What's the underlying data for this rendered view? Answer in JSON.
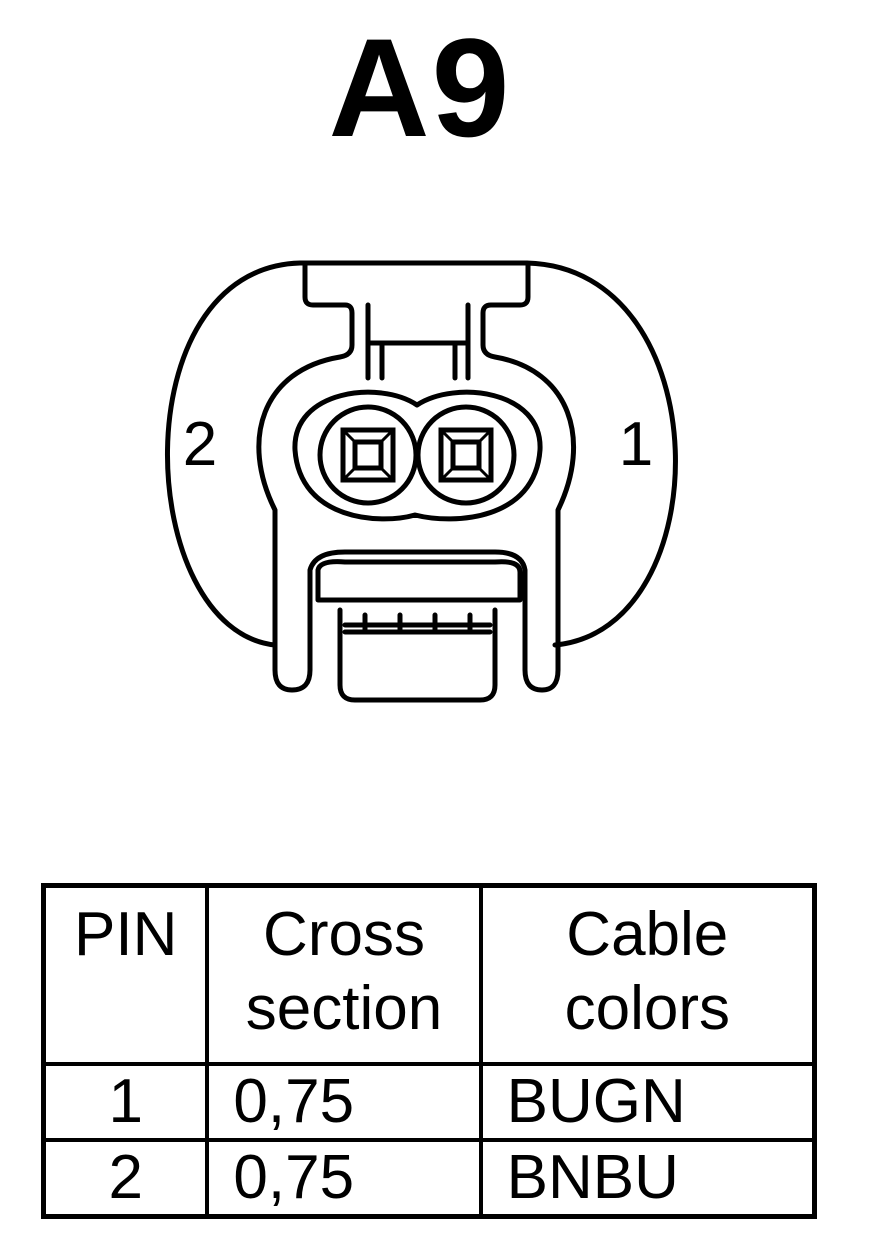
{
  "title": "A9",
  "diagram": {
    "pin_left_label": "2",
    "pin_right_label": "1"
  },
  "table": {
    "headers": {
      "pin": "PIN",
      "cross_section_line1": "Cross",
      "cross_section_line2": "section",
      "cable_colors_line1": "Cable",
      "cable_colors_line2": "colors"
    },
    "rows": [
      {
        "pin": "1",
        "cross_section": "0,75",
        "cable_color": "BUGN"
      },
      {
        "pin": "2",
        "cross_section": "0,75",
        "cable_color": "BNBU"
      }
    ]
  }
}
